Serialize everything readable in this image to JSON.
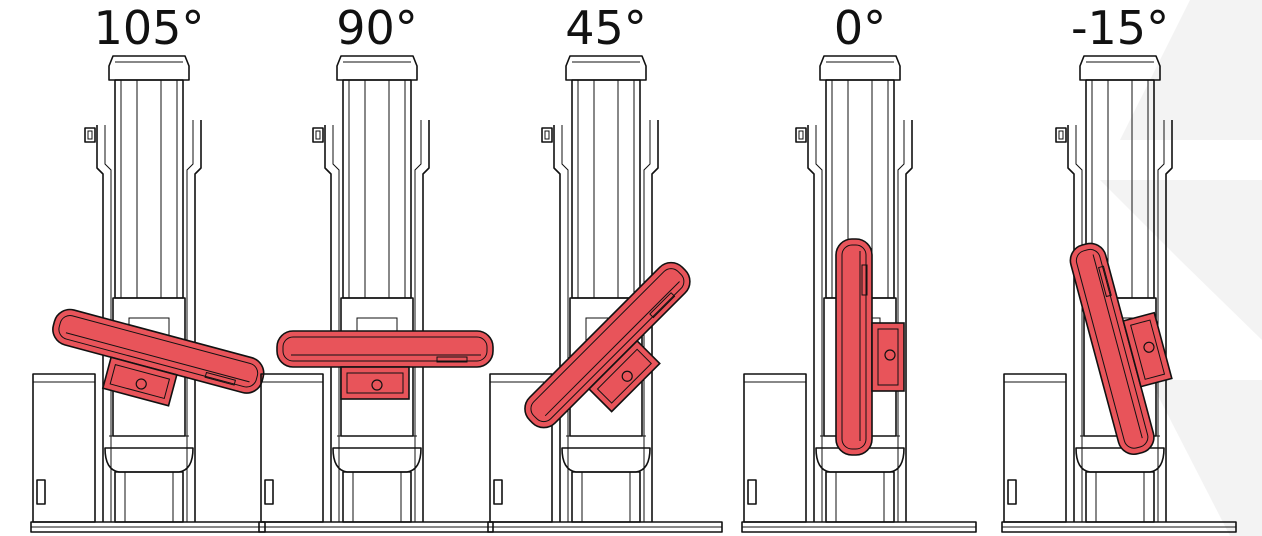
{
  "figure": {
    "panels": [
      {
        "label": "105°",
        "tilt_deg": 105
      },
      {
        "label": "90°",
        "tilt_deg": 90
      },
      {
        "label": "45°",
        "tilt_deg": 45
      },
      {
        "label": "0°",
        "tilt_deg": 0
      },
      {
        "label": "-15°",
        "tilt_deg": -15
      }
    ],
    "colors": {
      "highlight": "#e8545a",
      "outline": "#111111",
      "background": "#ffffff"
    }
  }
}
